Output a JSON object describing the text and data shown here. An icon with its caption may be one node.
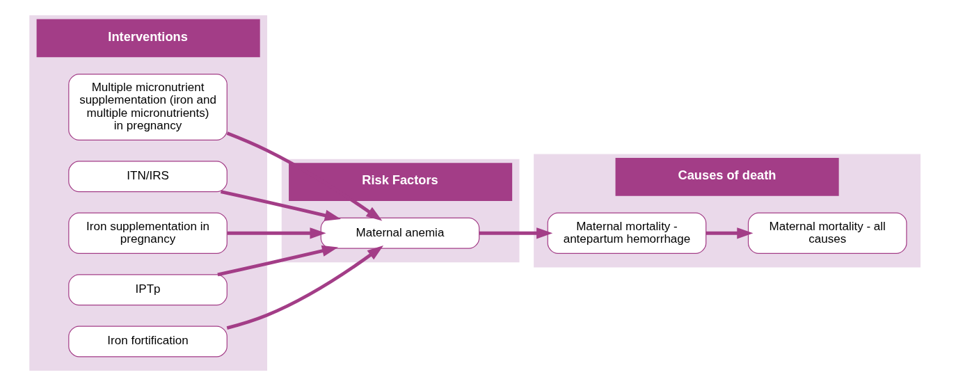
{
  "diagram": {
    "nodes": [
      {
        "text": [
          "Interventions"
        ]
      },
      {
        "text": [
          "Multiple micronutrient supplementation (iron and multiple micronutrients) in pregnancy"
        ],
        "in": 0
      },
      {
        "text": [
          "ITN/IRS"
        ],
        "in": 0
      },
      {
        "text": [
          "Iron supplementation in pregnancy"
        ],
        "in": 0
      },
      {
        "text": [
          "IPTp"
        ],
        "in": 0
      },
      {
        "text": [
          "Iron fortification"
        ],
        "in": 0
      },
      {
        "text": [
          "Risk Factors"
        ]
      },
      {
        "text": [
          "Maternal anemia"
        ],
        "in": 6
      },
      {
        "text": [
          "Causes of death"
        ]
      },
      {
        "text": [
          "Maternal mortality - antepartum hemorrhage"
        ],
        "in": 8
      },
      {
        "text": [
          "Maternal mortality - all causes"
        ],
        "in": 8
      }
    ],
    "edges": [
      {
        "from": 1,
        "to": 7,
        "arrow": "to"
      },
      {
        "from": 2,
        "to": 7,
        "arrow": "to"
      },
      {
        "from": 3,
        "to": 7,
        "arrow": "to"
      },
      {
        "from": 4,
        "to": 7,
        "arrow": "to"
      },
      {
        "from": 5,
        "to": 7,
        "arrow": "to"
      },
      {
        "from": 7,
        "to": 9,
        "arrow": "to"
      },
      {
        "from": 9,
        "to": 10,
        "arrow": "to"
      }
    ]
  }
}
